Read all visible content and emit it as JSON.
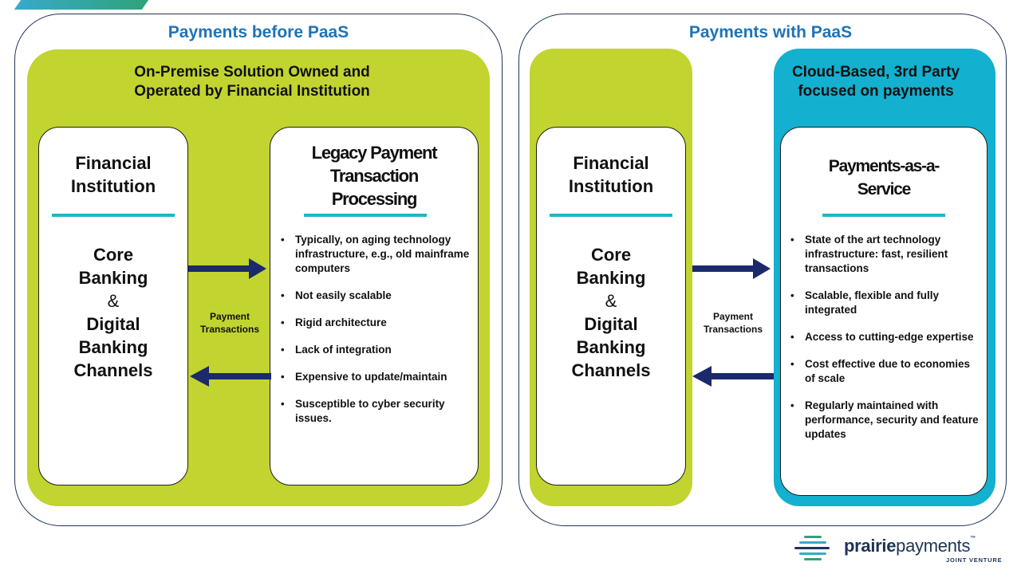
{
  "left": {
    "title": "Payments before PaaS",
    "group_title_line1": "On-Premise Solution Owned and",
    "group_title_line2": "Operated by Financial Institution",
    "fi_card": {
      "heading_line1": "Financial",
      "heading_line2": "Institution",
      "main_lines": [
        "Core",
        "Banking",
        "&",
        "Digital",
        "Banking",
        "Channels"
      ]
    },
    "legacy_card": {
      "heading_line1": "Legacy Payment",
      "heading_line2": "Transaction",
      "heading_line3": "Processing",
      "bullets": [
        "Typically,  on aging technology infrastructure, e.g., old mainframe computers",
        "Not easily scalable",
        "Rigid architecture",
        "Lack of integration",
        "Expensive to update/maintain",
        "Susceptible to cyber security issues."
      ]
    },
    "arrow_label_line1": "Payment",
    "arrow_label_line2": "Transactions"
  },
  "right": {
    "title": "Payments with PaaS",
    "group_title_line1": "Cloud-Based, 3rd Party",
    "group_title_line2": "focused on payments",
    "fi_card": {
      "heading_line1": "Financial",
      "heading_line2": "Institution",
      "main_lines": [
        "Core",
        "Banking",
        "&",
        "Digital",
        "Banking",
        "Channels"
      ]
    },
    "paas_card": {
      "heading_line1": "Payments-as-a-",
      "heading_line2": "Service",
      "bullets": [
        "State of the art technology infrastructure: fast, resilient transactions",
        "Scalable, flexible and fully integrated",
        "Access to cutting-edge expertise",
        "Cost effective due to economies of scale",
        "Regularly maintained with performance, security and feature updates"
      ]
    },
    "arrow_label_line1": "Payment",
    "arrow_label_line2": "Transactions"
  },
  "logo": {
    "word_prairie": "prairie",
    "word_payments": "payments",
    "tm": "™",
    "tagline": "JOINT VENTURE"
  },
  "colors": {
    "title_blue": "#1f73b7",
    "green": "#c2d42f",
    "teal": "#13b0cf",
    "arrow_navy": "#1b2a6b",
    "rule_teal": "#20b4cc"
  }
}
